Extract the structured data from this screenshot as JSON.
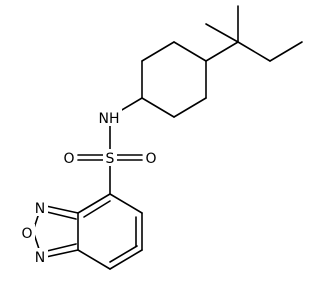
{
  "atoms": {
    "nh": "NH",
    "s": "S",
    "o_left": "O",
    "o_right": "O",
    "n_top": "N",
    "o_ring": "O",
    "n_bottom": "N"
  },
  "colors": {
    "bond": "#000000",
    "label": "#000000",
    "background": "#ffffff"
  }
}
